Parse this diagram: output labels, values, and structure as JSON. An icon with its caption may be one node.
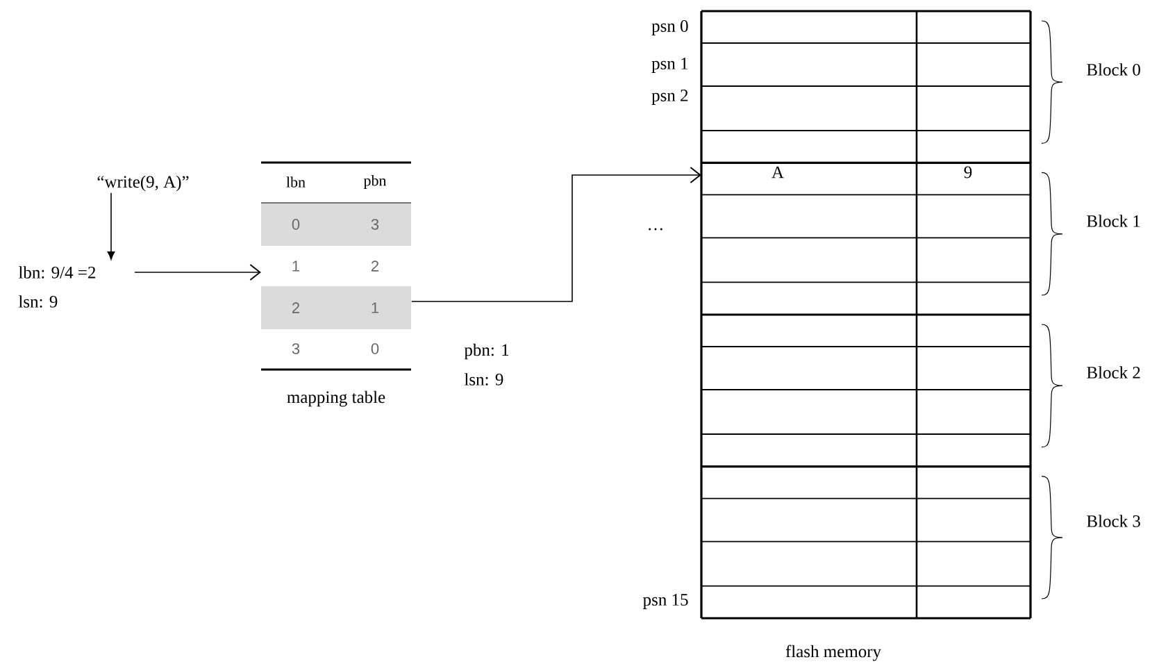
{
  "diagram": {
    "nodes": [
      {
        "text": [
          "“write(9, A)”"
        ]
      },
      {
        "text": [
          "lbn: 9/4 =2",
          "lsn:  9"
        ]
      },
      {
        "text": [
          "lbn",
          "pbn",
          "0",
          "3",
          "1",
          "2",
          "2",
          "1",
          "3",
          "0"
        ],
        "beside": [
          "mapping table"
        ]
      },
      {
        "text": [
          "flash memory"
        ],
        "beside": [
          "psn 0",
          "psn 1",
          "psn 2",
          "psn 15"
        ]
      }
    ],
    "edges": [
      {
        "from": 0,
        "to": 1,
        "arrow": "to"
      },
      {
        "from": 1,
        "to": 2,
        "arrow": "to"
      },
      {
        "from": 2,
        "to": 3,
        "arrow": "to"
      }
    ],
    "labels": [
      "…",
      "A",
      "9",
      "pbn: 1",
      "lsn: 9",
      "Block 0",
      "Block 1",
      "Block 2",
      "Block 3"
    ]
  }
}
